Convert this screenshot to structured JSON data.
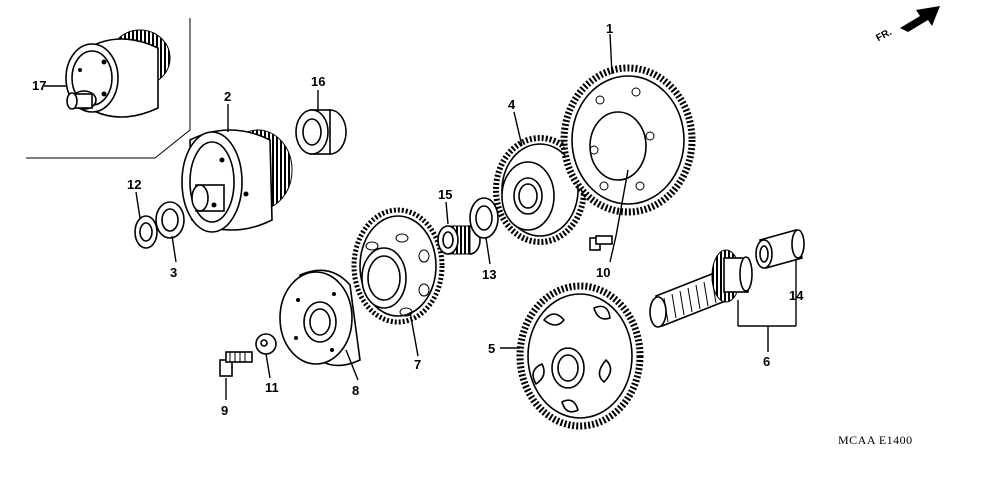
{
  "diagram": {
    "orientation_label": "FR.",
    "drawing_code": "MCAA  E1400",
    "callouts": [
      {
        "id": "1",
        "text": "1"
      },
      {
        "id": "2",
        "text": "2"
      },
      {
        "id": "3",
        "text": "3"
      },
      {
        "id": "4",
        "text": "4"
      },
      {
        "id": "5",
        "text": "5"
      },
      {
        "id": "6",
        "text": "6"
      },
      {
        "id": "7",
        "text": "7"
      },
      {
        "id": "8",
        "text": "8"
      },
      {
        "id": "9",
        "text": "9"
      },
      {
        "id": "10",
        "text": "10"
      },
      {
        "id": "11",
        "text": "11"
      },
      {
        "id": "12",
        "text": "12"
      },
      {
        "id": "13",
        "text": "13"
      },
      {
        "id": "14",
        "text": "14"
      },
      {
        "id": "15",
        "text": "15"
      },
      {
        "id": "16",
        "text": "16"
      },
      {
        "id": "17",
        "text": "17"
      }
    ]
  }
}
